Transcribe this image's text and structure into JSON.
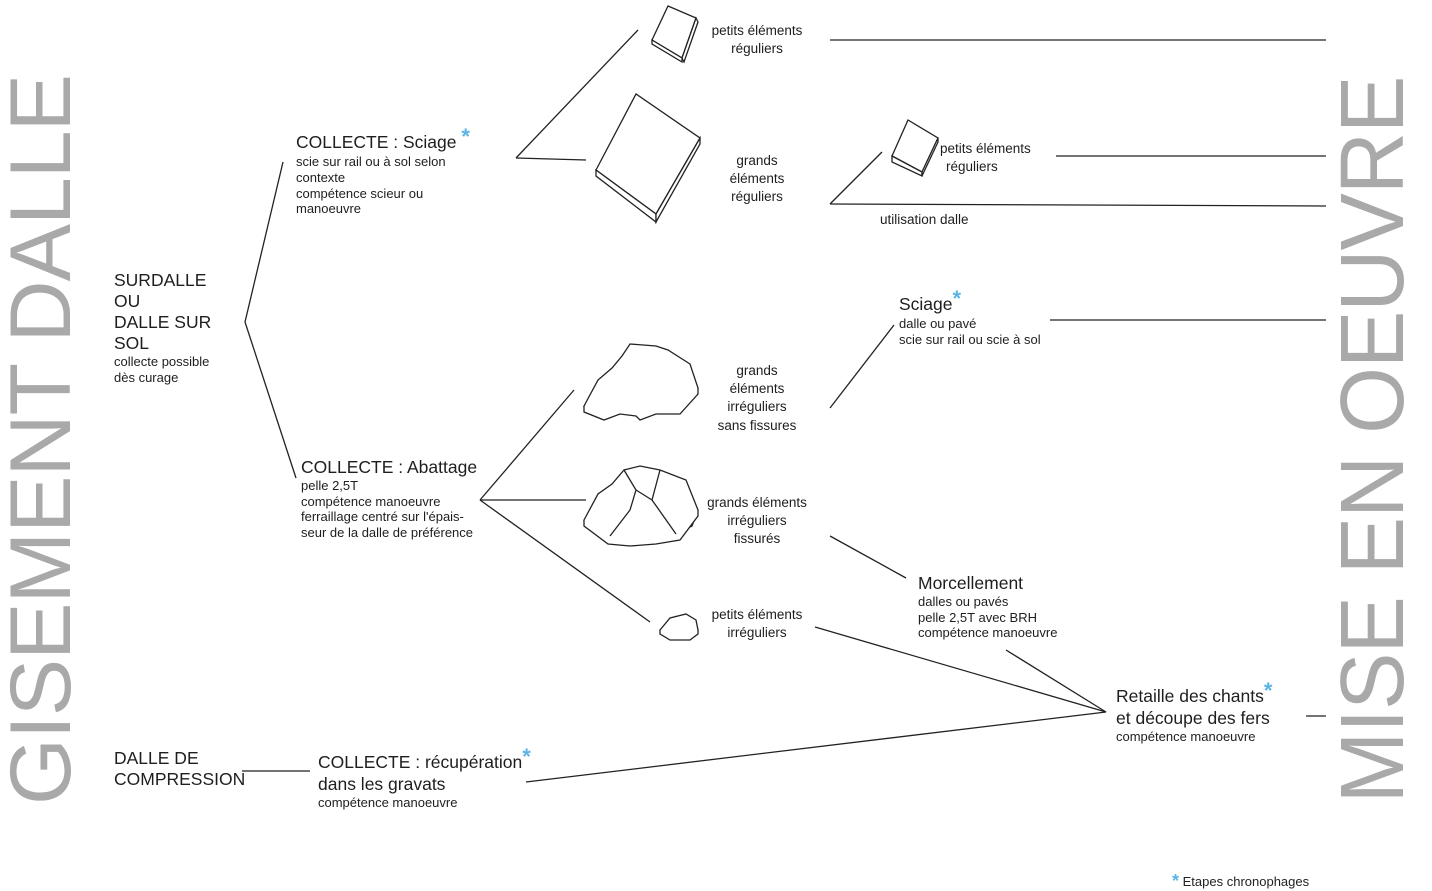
{
  "left_title": "GISEMENT DALLE",
  "right_title": "MISE EN OEUVRE",
  "sources": {
    "surdalle": {
      "line1": "SURDALLE",
      "line2": "OU",
      "line3": "DALLE SUR",
      "line4": "SOL",
      "note1": "collecte possible",
      "note2": "dès curage"
    },
    "compression": {
      "line1": "DALLE DE",
      "line2": "COMPRESSION"
    }
  },
  "collecte_sciage": {
    "title": "COLLECTE : Sciage",
    "star": "*",
    "d1": "scie sur rail ou à sol selon",
    "d2": "contexte",
    "d3": "compétence scieur ou",
    "d4": "manoeuvre"
  },
  "collecte_abattage": {
    "title": "COLLECTE : Abattage",
    "d1": "pelle 2,5T",
    "d2": "compétence manoeuvre",
    "d3": "ferraillage centré sur l'épais-",
    "d4": "seur de la dalle de préférence"
  },
  "collecte_gravats": {
    "title1": "COLLECTE : récupération",
    "star": "*",
    "title2": "dans les gravats",
    "d1": "compétence manoeuvre"
  },
  "elements": {
    "pe_reg_top": {
      "l1": "petits éléments",
      "l2": "réguliers"
    },
    "ge_reg": {
      "l1": "grands",
      "l2": "éléments",
      "l3": "réguliers"
    },
    "pe_reg_mid": {
      "l1": "petits éléments",
      "l2": "réguliers"
    },
    "utilisation": "utilisation dalle",
    "ge_irr_sf": {
      "l1": "grands",
      "l2": "éléments",
      "l3": "irréguliers",
      "l4": "sans fissures"
    },
    "ge_irr_f": {
      "l1": "grands éléments",
      "l2": "irréguliers",
      "l3": "fissurés"
    },
    "pe_irr": {
      "l1": "petits éléments",
      "l2": "irréguliers"
    }
  },
  "sciage2": {
    "title": "Sciage",
    "star": "*",
    "d1": "dalle ou pavé",
    "d2": "scie sur rail ou scie à sol"
  },
  "morcellement": {
    "title": "Morcellement",
    "d1": "dalles ou pavés",
    "d2": "pelle 2,5T avec BRH",
    "d3": "compétence manoeuvre"
  },
  "retaille": {
    "title1": "Retaille des chants",
    "star": "*",
    "title2": "et découpe des fers",
    "d1": "compétence manoeuvre"
  },
  "legend": {
    "star": "*",
    "label": "Etapes chronophages"
  },
  "colors": {
    "big_text": "#a9a9a9",
    "star": "#5bb4e5",
    "line": "#222222"
  }
}
